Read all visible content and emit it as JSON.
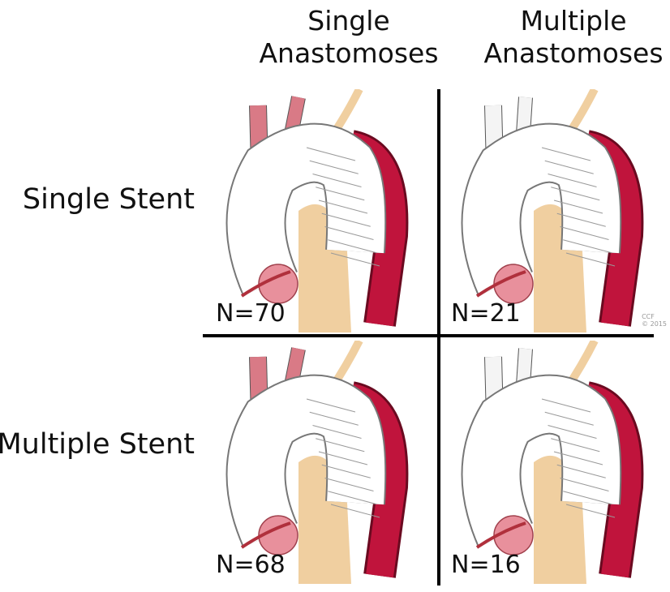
{
  "column_headers": [
    {
      "line1": "Single",
      "line2": "Anastomoses"
    },
    {
      "line1": "Multiple",
      "line2": "Anastomoses"
    }
  ],
  "row_labels": [
    "Single Stent",
    "Multiple Stent"
  ],
  "cells": [
    {
      "n": "N=70",
      "branches": "native"
    },
    {
      "n": "N=21",
      "branches": "grafted"
    },
    {
      "n": "N=68",
      "branches": "native"
    },
    {
      "n": "N=16",
      "branches": "grafted"
    }
  ],
  "watermark": {
    "line1": "CCF",
    "line2": "© 2015"
  },
  "colors": {
    "graft": "#ffffff",
    "aorta": "#c0143c",
    "vessel": "#d97a86",
    "tan": "#f0cfa0",
    "ball": "#e8909c"
  }
}
